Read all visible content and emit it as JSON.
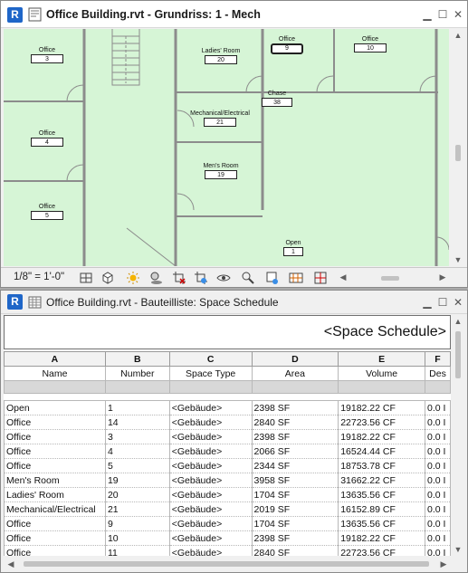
{
  "app": {
    "icon_letter": "R"
  },
  "plan_window": {
    "title": "Office Building.rvt - Grundriss: 1 - Mech",
    "rooms": [
      {
        "name": "Office",
        "number": "3"
      },
      {
        "name": "Office",
        "number": "4"
      },
      {
        "name": "Office",
        "number": "5"
      },
      {
        "name": "Ladies' Room",
        "number": "20"
      },
      {
        "name": "Mechanical/Electrical",
        "number": "21"
      },
      {
        "name": "Men's Room",
        "number": "19"
      },
      {
        "name": "Office",
        "number": "9"
      },
      {
        "name": "Office",
        "number": "10"
      },
      {
        "name": "Chase",
        "number": "38"
      },
      {
        "name": "Open",
        "number": "1"
      }
    ],
    "scale": "1/8\" = 1'-0\""
  },
  "schedule_window": {
    "title": "Office Building.rvt - Bauteilliste: Space Schedule",
    "schedule_title": "<Space Schedule>",
    "column_letters": [
      "A",
      "B",
      "C",
      "D",
      "E",
      "F"
    ],
    "column_headers": [
      "Name",
      "Number",
      "Space Type",
      "Area",
      "Volume",
      "Des"
    ],
    "rows": [
      [
        "Open",
        "1",
        "<Gebäude>",
        "2398 SF",
        "19182.22 CF",
        "0.0 I"
      ],
      [
        "Office",
        "14",
        "<Gebäude>",
        "2840 SF",
        "22723.56 CF",
        "0.0 I"
      ],
      [
        "Office",
        "3",
        "<Gebäude>",
        "2398 SF",
        "19182.22 CF",
        "0.0 I"
      ],
      [
        "Office",
        "4",
        "<Gebäude>",
        "2066 SF",
        "16524.44 CF",
        "0.0 I"
      ],
      [
        "Office",
        "5",
        "<Gebäude>",
        "2344 SF",
        "18753.78 CF",
        "0.0 I"
      ],
      [
        "Men's Room",
        "19",
        "<Gebäude>",
        "3958 SF",
        "31662.22 CF",
        "0.0 I"
      ],
      [
        "Ladies' Room",
        "20",
        "<Gebäude>",
        "1704 SF",
        "13635.56 CF",
        "0.0 I"
      ],
      [
        "Mechanical/Electrical",
        "21",
        "<Gebäude>",
        "2019 SF",
        "16152.89 CF",
        "0.0 I"
      ],
      [
        "Office",
        "9",
        "<Gebäude>",
        "1704 SF",
        "13635.56 CF",
        "0.0 I"
      ],
      [
        "Office",
        "10",
        "<Gebäude>",
        "2398 SF",
        "19182.22 CF",
        "0.0 I"
      ],
      [
        "Office",
        "11",
        "<Gebäude>",
        "2840 SF",
        "22723.56 CF",
        "0.0 I"
      ]
    ]
  },
  "colors": {
    "space_fill": "#d6f5d6",
    "wall": "#8c8c8c",
    "app_blue": "#1f66c8",
    "selected_room": "#202020"
  }
}
